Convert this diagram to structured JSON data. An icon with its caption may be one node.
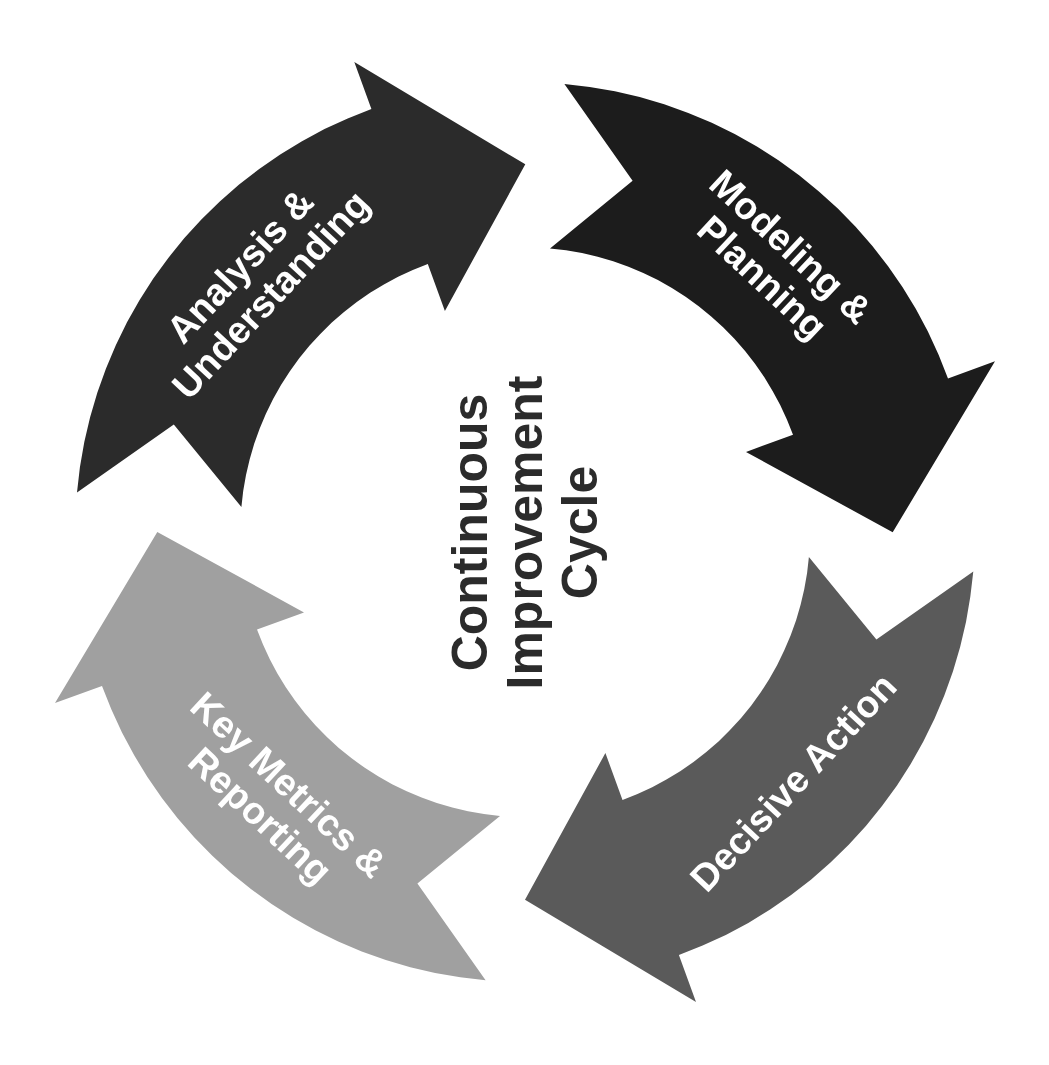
{
  "diagram": {
    "title": "Continuous Improvement Cycle",
    "nodes": [
      {
        "text": [
          "Analysis & Understanding"
        ]
      },
      {
        "text": [
          "Modeling & Planning"
        ]
      },
      {
        "text": [
          "Decisive Action"
        ]
      },
      {
        "text": [
          "Key Metrics & Reporting"
        ]
      }
    ]
  }
}
